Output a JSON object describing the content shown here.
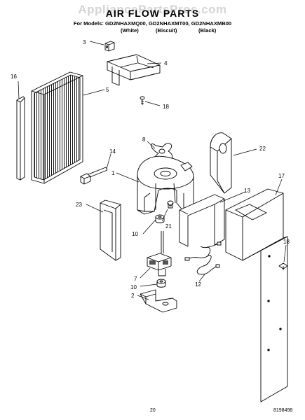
{
  "watermark": "AppliancePartsPros.com",
  "title": "AIR FLOW PARTS",
  "models_line": "For Models: GD2NHAXMQ00, GD2NHAXMT00, GD2NHAXMB00",
  "colors": {
    "white": "(White)",
    "biscuit": "(Biscuit)",
    "black": "(Black)"
  },
  "callouts": {
    "c3": "3",
    "c4": "4",
    "c16": "16",
    "c5": "5",
    "c18a": "18",
    "c8": "8",
    "c14": "14",
    "c22": "22",
    "c1": "1",
    "c17": "17",
    "c13": "13",
    "c23": "23",
    "c21": "21",
    "c10a": "10",
    "c18b": "18",
    "c7": "7",
    "c10b": "10",
    "c12": "12",
    "c2": "2"
  },
  "footer": {
    "page_number": "20",
    "doc_number": "8198498"
  }
}
